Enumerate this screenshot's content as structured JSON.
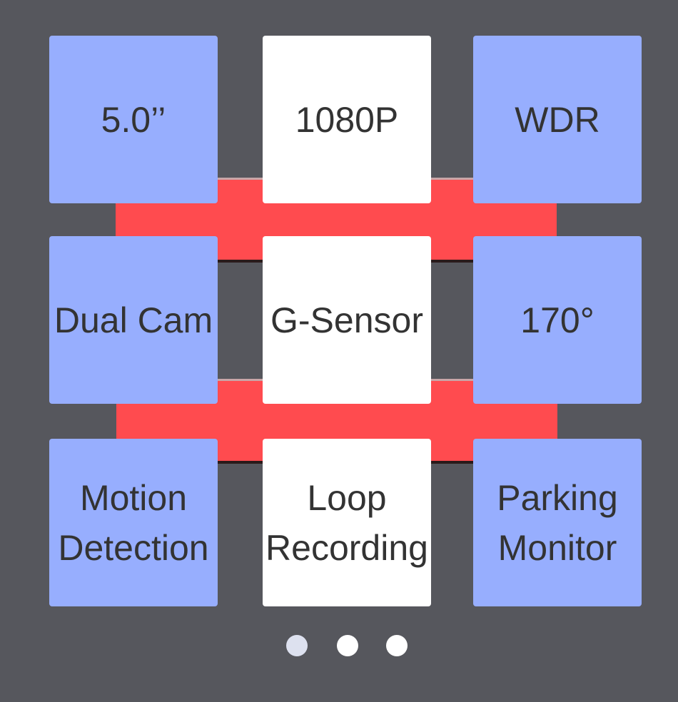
{
  "features": [
    {
      "label": "5.0’’",
      "style": "blue"
    },
    {
      "label": "1080P",
      "style": "white"
    },
    {
      "label": "WDR",
      "style": "blue"
    },
    {
      "label": "Dual Cam",
      "style": "blue"
    },
    {
      "label": "G-Sensor",
      "style": "white"
    },
    {
      "label": "170°",
      "style": "blue"
    },
    {
      "label": "Motion\nDetection",
      "style": "blue"
    },
    {
      "label": "Loop\nRecording",
      "style": "white"
    },
    {
      "label": "Parking\nMonitor",
      "style": "blue"
    }
  ],
  "pagination": {
    "total": 3,
    "active": 1
  },
  "colors": {
    "background": "#56575d",
    "blue": "#97aefe",
    "red": "#ff4b4f",
    "white": "#ffffff"
  }
}
